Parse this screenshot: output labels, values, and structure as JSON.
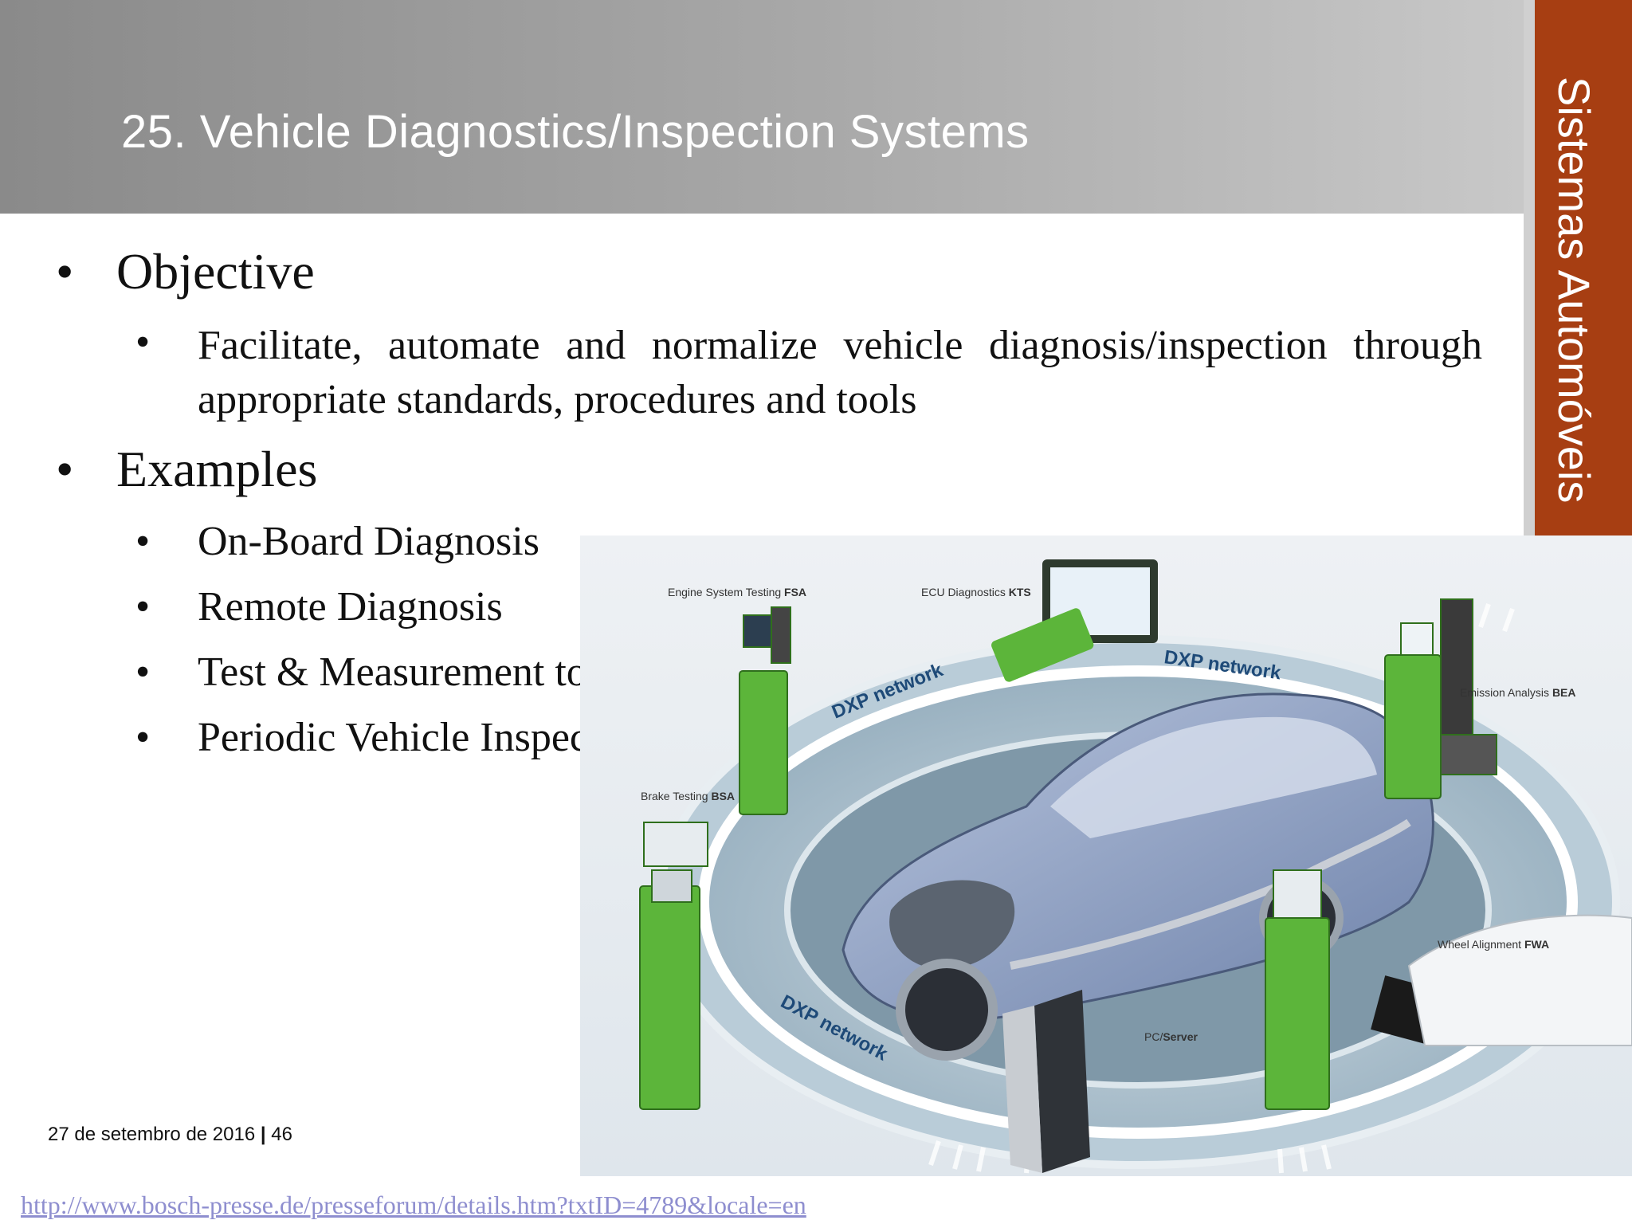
{
  "slide": {
    "title": "25. Vehicle Diagnostics/Inspection Systems",
    "side_band": "Sistemas Automóveis"
  },
  "content": {
    "objective": {
      "heading": "Objective",
      "text": "Facilitate, automate and normalize vehicle diagnosis/inspection through appropriate standards, procedures and tools"
    },
    "examples": {
      "heading": "Examples",
      "items": [
        "On-Board Diagnosis",
        "Remote Diagnosis",
        "Test & Measurement tools",
        "Periodic Vehicle Inspection"
      ]
    },
    "bullet": "•"
  },
  "figure": {
    "labels": {
      "fsa": {
        "text": "Engine System Testing ",
        "bold": "FSA"
      },
      "kts": {
        "text": "ECU Diagnostics ",
        "bold": "KTS"
      },
      "bea": {
        "text": "Emission Analysis ",
        "bold": "BEA"
      },
      "bsa": {
        "text": "Brake Testing ",
        "bold": "BSA"
      },
      "fwa": {
        "text": "Wheel Alignment ",
        "bold": "FWA"
      },
      "pc": {
        "text": "PC/",
        "bold": "Server"
      }
    },
    "network_label": "DXP network",
    "colors": {
      "equipment": "#5cb53a",
      "ring": "#a8bfcc",
      "car": "#8fa3c7"
    }
  },
  "footer": {
    "date": "27 de setembro de 2016",
    "separator": "|",
    "page": "46",
    "source_url": "http://www.bosch-presse.de/presseforum/details.htm?txtID=4789&locale=en"
  }
}
